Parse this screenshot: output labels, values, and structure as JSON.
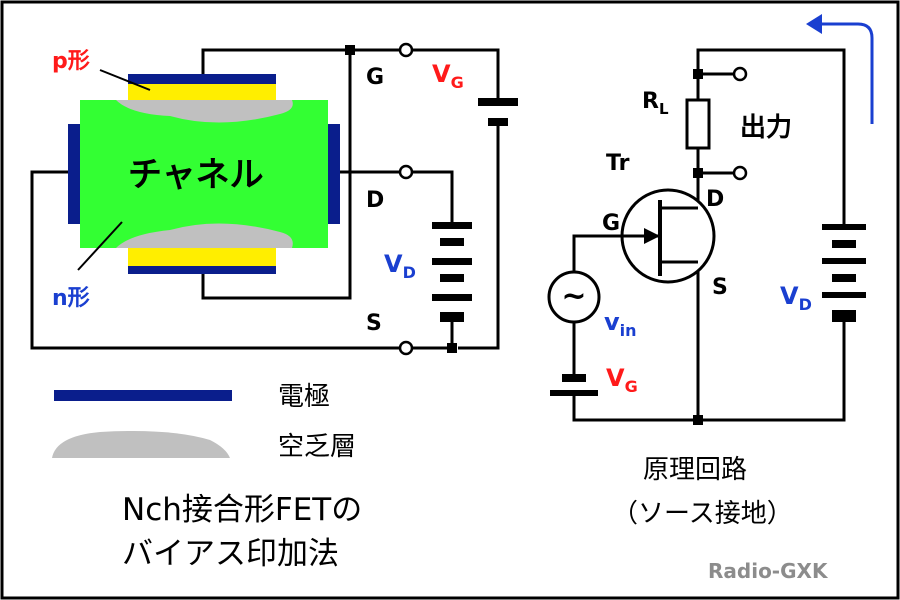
{
  "fet_diagram": {
    "p_region_label": "p形",
    "n_region_label": "n形",
    "channel_label": "チャネル",
    "gate_label": "G",
    "drain_label": "D",
    "source_label": "S",
    "vg_main": "V",
    "vg_sub": "G",
    "vd_main": "V",
    "vd_sub": "D"
  },
  "legend": {
    "electrode_label": "電極",
    "depletion_label": "空乏層"
  },
  "caption": {
    "line1": "Nch接合形FETの",
    "line2": "バイアス印加法"
  },
  "circuit": {
    "rl_main": "R",
    "rl_sub": "L",
    "output_label": "出力",
    "tr_label": "Tr",
    "gate_label": "G",
    "drain_label": "D",
    "source_label": "S",
    "vin_main": "v",
    "vin_sub": "in",
    "vg_main": "V",
    "vg_sub": "G",
    "vd_main": "V",
    "vd_sub": "D",
    "ac_symbol": "~"
  },
  "circuit_caption": {
    "line1": "原理回路",
    "line2": "（ソース接地）"
  },
  "credit": "Radio-GXK",
  "colors": {
    "channel": "#33ff33",
    "electrode": "#0a1e8c",
    "p_layer": "#ffee00",
    "depletion": "#c0c0c0",
    "red_text": "#ff1a1a",
    "blue_text": "#1a3fd0",
    "arrow": "#1a3fd0"
  }
}
